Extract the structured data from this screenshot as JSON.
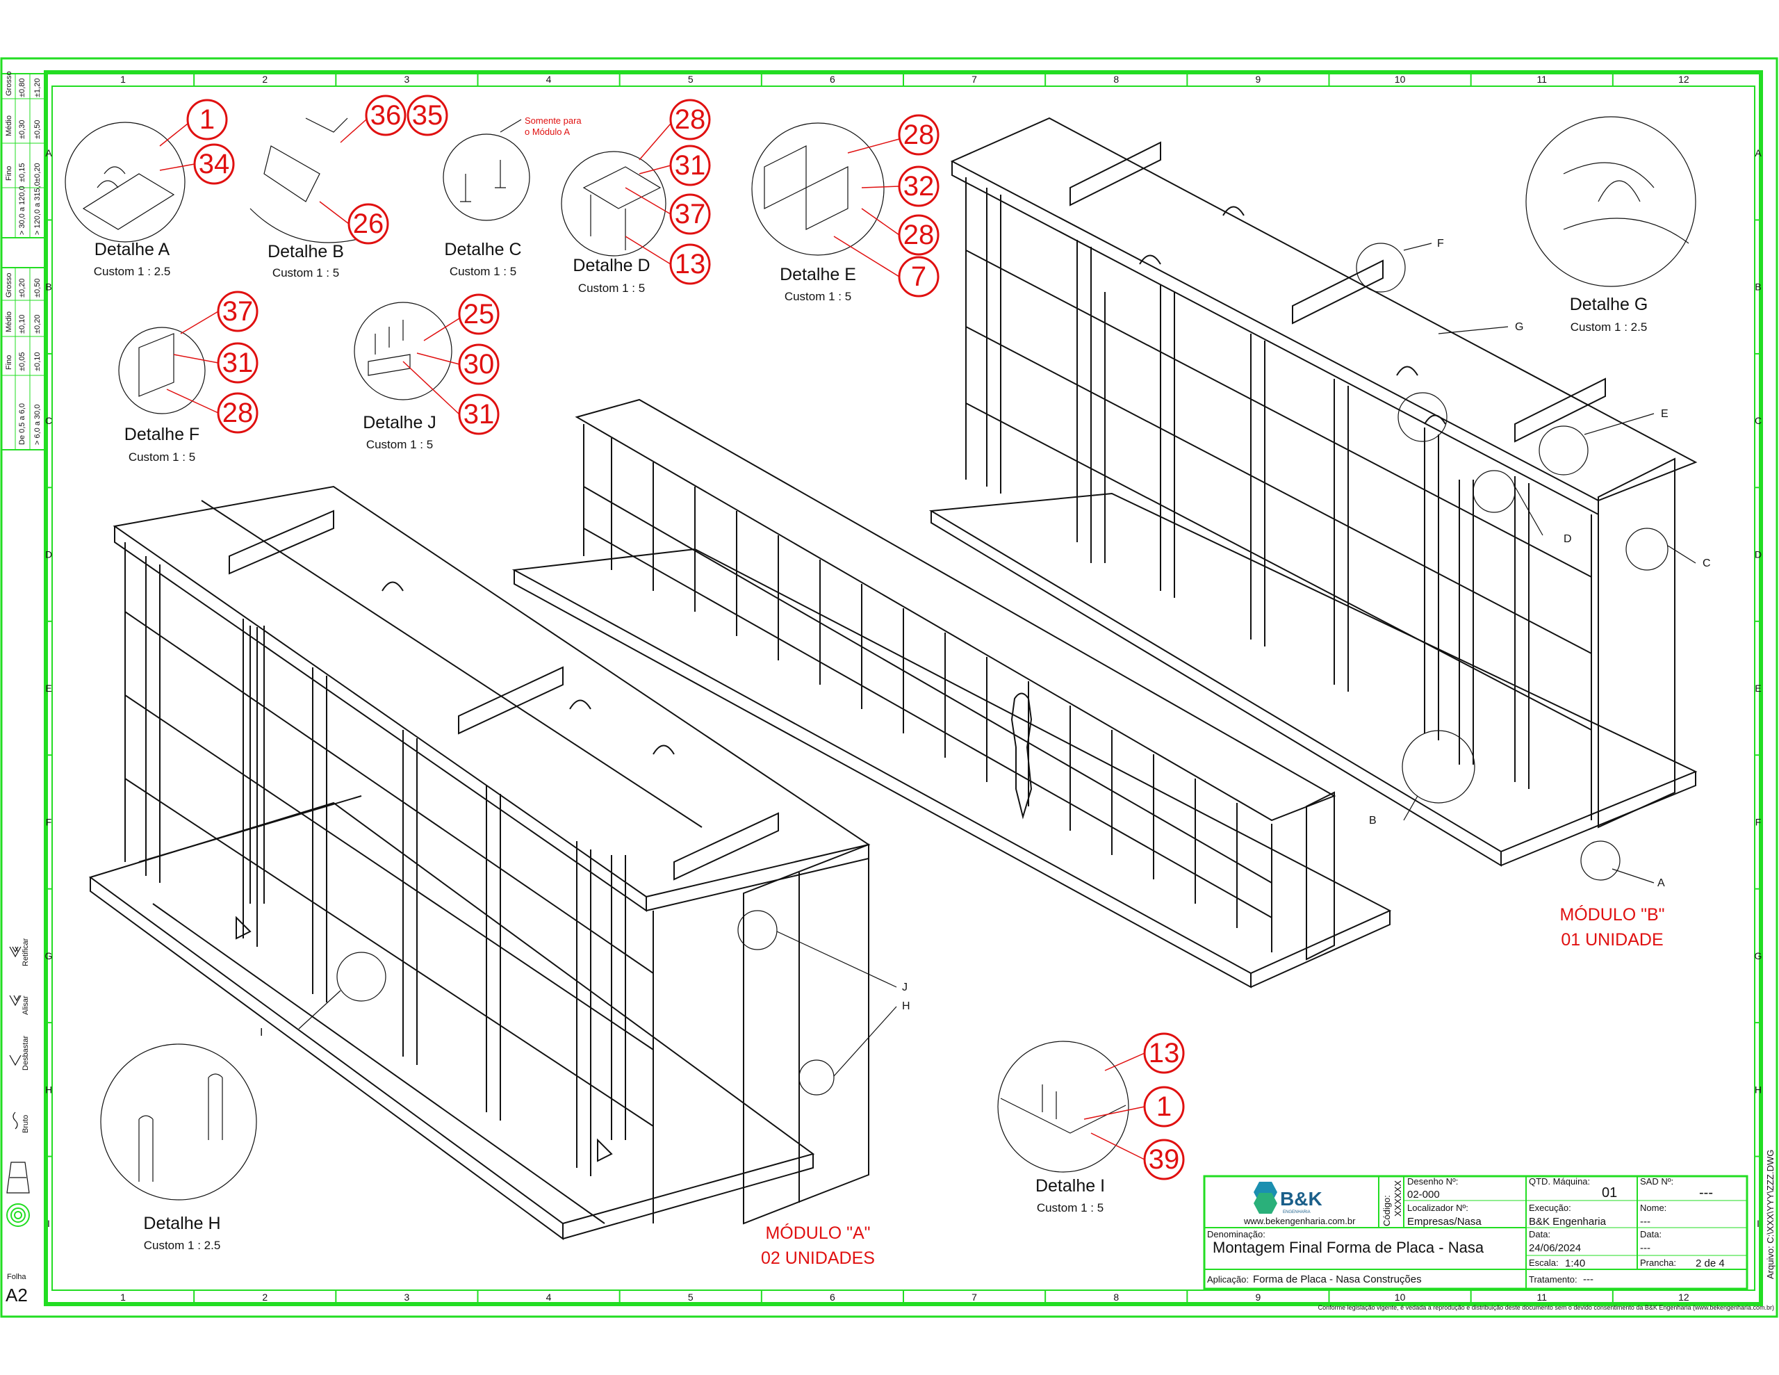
{
  "grid": {
    "columns": [
      "1",
      "2",
      "3",
      "4",
      "5",
      "6",
      "7",
      "8",
      "9",
      "10",
      "11",
      "12"
    ],
    "rows": [
      "A",
      "B",
      "C",
      "D",
      "E",
      "F",
      "G",
      "H",
      "I"
    ]
  },
  "details": [
    {
      "title": "Detalhe A",
      "scale": "Custom 1 : 2.5",
      "balloons": [
        "1",
        "34"
      ]
    },
    {
      "title": "Detalhe B",
      "scale": "Custom 1 : 5",
      "balloons": [
        "36",
        "35",
        "26"
      ]
    },
    {
      "title": "Detalhe C",
      "scale": "Custom 1 : 5",
      "note": "Somente para o Módulo A",
      "note_lines": [
        "Somente para",
        "o Módulo A"
      ]
    },
    {
      "title": "Detalhe D",
      "scale": "Custom 1 : 5",
      "balloons": [
        "28",
        "31",
        "37",
        "13"
      ]
    },
    {
      "title": "Detalhe E",
      "scale": "Custom 1 : 5",
      "balloons": [
        "28",
        "32",
        "28",
        "7"
      ]
    },
    {
      "title": "Detalhe F",
      "scale": "Custom 1 : 5",
      "balloons": [
        "37",
        "31",
        "28"
      ]
    },
    {
      "title": "Detalhe J",
      "scale": "Custom 1 : 5",
      "balloons": [
        "25",
        "30",
        "31"
      ]
    },
    {
      "title": "Detalhe G",
      "scale": "Custom 1 : 2.5"
    },
    {
      "title": "Detalhe H",
      "scale": "Custom 1 : 2.5"
    },
    {
      "title": "Detalhe I",
      "scale": "Custom 1 : 5",
      "balloons": [
        "13",
        "1",
        "39"
      ]
    }
  ],
  "callout_letters": [
    "F",
    "G",
    "E",
    "D",
    "C",
    "B",
    "A",
    "J",
    "H",
    "I"
  ],
  "modules": {
    "a": {
      "line1": "MÓDULO \"A\"",
      "line2": "02 UNIDADES"
    },
    "b": {
      "line1": "MÓDULO \"B\"",
      "line2": "01 UNIDADE"
    }
  },
  "title_block": {
    "company": "B&K",
    "company_sub": "ENGENHARIA",
    "website": "www.bekengenharia.com.br",
    "codigo_label": "Código:",
    "codigo_value": "XXXXXX",
    "desenho_label": "Desenho Nº:",
    "desenho_value": "02-000",
    "localizador_label": "Localizador Nº:",
    "localizador_value": "Empresas/Nasa",
    "qtd_label": "QTD. Máquina:",
    "qtd_value": "01",
    "sad_label": "SAD Nº:",
    "sad_value": "---",
    "execucao_label": "Execução:",
    "execucao_value": "B&K Engenharia",
    "nome_label": "Nome:",
    "nome_value": "---",
    "denominacao_label": "Denominação:",
    "denominacao_value": "Montagem Final Forma de Placa - Nasa",
    "data_label": "Data:",
    "data_value": "24/06/2024",
    "data2_label": "Data:",
    "data2_value": "---",
    "escala_label": "Escala:",
    "escala_value": "1:40",
    "prancha_label": "Prancha:",
    "prancha_value": "2 de 4",
    "aplicacao_label": "Aplicação:",
    "aplicacao_value": "Forma de Placa - Nasa Construções",
    "tratamento_label": "Tratamento:",
    "tratamento_value": "---",
    "arquivo": "Arquivo: C:\\XXX\\YYY\\ZZZ.DWG",
    "footer": "Conforme legislação vigente, é vedada a reprodução e distribuição deste documento sem o devido consentimento da B&K Engenharia (www.bekengenharia.com.br)"
  },
  "sidebar": {
    "tol_header": [
      "Fino",
      "Médio",
      "Grosso"
    ],
    "tol_rows_1": [
      [
        "> 30,0 a 120,0",
        "±0,15",
        "±0,30",
        "±0,80"
      ],
      [
        "> 120,0 a 315,0",
        "±0,20",
        "±0,50",
        "±1,20"
      ]
    ],
    "tol_rows_2": [
      [
        "De 0,5 a 6,0",
        "±0,05",
        "±0,10",
        "±0,20"
      ],
      [
        "> 6,0 a 30,0",
        "±0,10",
        "±0,20",
        "±0,50"
      ]
    ],
    "finish": [
      "Retificar",
      "Alisar",
      "Desbastar",
      "Bruto"
    ],
    "folha_label": "Folha",
    "folha_value": "A2"
  }
}
